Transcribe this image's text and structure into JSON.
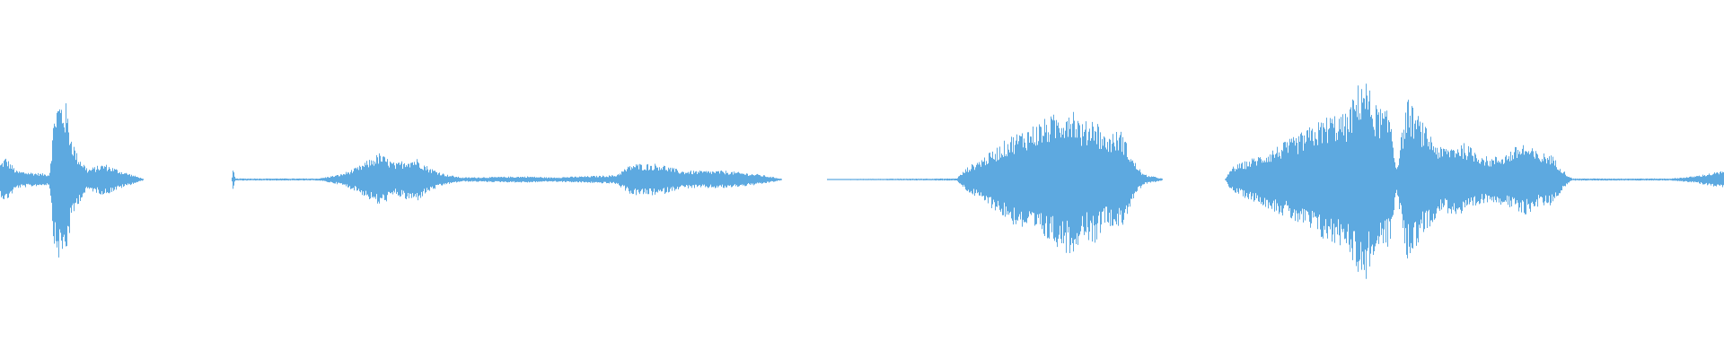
{
  "chart_data": {
    "type": "area",
    "title": "",
    "xlabel": "",
    "ylabel": "",
    "xlim": [
      0,
      100
    ],
    "ylim": [
      -1,
      1
    ],
    "grid": false,
    "legend": "none",
    "color": "#5DA9E0",
    "series": [
      {
        "points": [
          [
            0,
            0.09
          ],
          [
            0.32,
            0.13
          ],
          [
            0.96,
            0.05
          ],
          [
            2.87,
            0.03
          ],
          [
            3.19,
            0.43
          ],
          [
            3.51,
            0.46
          ],
          [
            3.83,
            0.43
          ],
          [
            4.15,
            0.25
          ],
          [
            4.46,
            0.15
          ],
          [
            5.1,
            0.06
          ],
          [
            6.06,
            0.09
          ],
          [
            7.02,
            0.05
          ],
          [
            8.29,
            0.006
          ],
          [
            8.35,
            0
          ],
          [
            13.45,
            0
          ],
          [
            13.52,
            0.06
          ],
          [
            13.65,
            0.006
          ],
          [
            18.5,
            0.006
          ],
          [
            19.77,
            0.03
          ],
          [
            20.73,
            0.07
          ],
          [
            22.0,
            0.15
          ],
          [
            22.96,
            0.09
          ],
          [
            23.6,
            0.12
          ],
          [
            24.23,
            0.12
          ],
          [
            24.87,
            0.07
          ],
          [
            25.83,
            0.03
          ],
          [
            26.79,
            0.012
          ],
          [
            30.61,
            0.018
          ],
          [
            31.89,
            0.012
          ],
          [
            35.71,
            0.025
          ],
          [
            36.67,
            0.09
          ],
          [
            38.27,
            0.09
          ],
          [
            39.54,
            0.05
          ],
          [
            42.09,
            0.05
          ],
          [
            44.0,
            0.03
          ],
          [
            45.28,
            0.006
          ],
          [
            45.34,
            0
          ],
          [
            47.95,
            0
          ],
          [
            48.02,
            0.003
          ],
          [
            55.48,
            0.006
          ],
          [
            56.12,
            0.07
          ],
          [
            57.4,
            0.15
          ],
          [
            58.67,
            0.25
          ],
          [
            59.95,
            0.31
          ],
          [
            61.22,
            0.37
          ],
          [
            62.18,
            0.43
          ],
          [
            62.82,
            0.31
          ],
          [
            63.46,
            0.37
          ],
          [
            64.09,
            0.25
          ],
          [
            65.05,
            0.28
          ],
          [
            65.69,
            0.12
          ],
          [
            66.33,
            0.03
          ],
          [
            67.41,
            0.006
          ],
          [
            67.47,
            0
          ],
          [
            71.05,
            0
          ],
          [
            71.11,
            0.006
          ],
          [
            71.43,
            0.07
          ],
          [
            73.34,
            0.15
          ],
          [
            75.26,
            0.25
          ],
          [
            77.17,
            0.37
          ],
          [
            78.12,
            0.37
          ],
          [
            79.08,
            0.61
          ],
          [
            79.72,
            0.43
          ],
          [
            80.68,
            0.37
          ],
          [
            80.99,
            0.06
          ],
          [
            81.63,
            0.46
          ],
          [
            82.59,
            0.31
          ],
          [
            83.55,
            0.18
          ],
          [
            84.82,
            0.21
          ],
          [
            86.42,
            0.12
          ],
          [
            87.37,
            0.15
          ],
          [
            88.33,
            0.21
          ],
          [
            89.29,
            0.15
          ],
          [
            89.92,
            0.15
          ],
          [
            90.88,
            0.03
          ],
          [
            91.2,
            0.006
          ],
          [
            96.94,
            0.006
          ],
          [
            98.21,
            0.018
          ],
          [
            100,
            0.05
          ]
        ]
      }
    ]
  }
}
